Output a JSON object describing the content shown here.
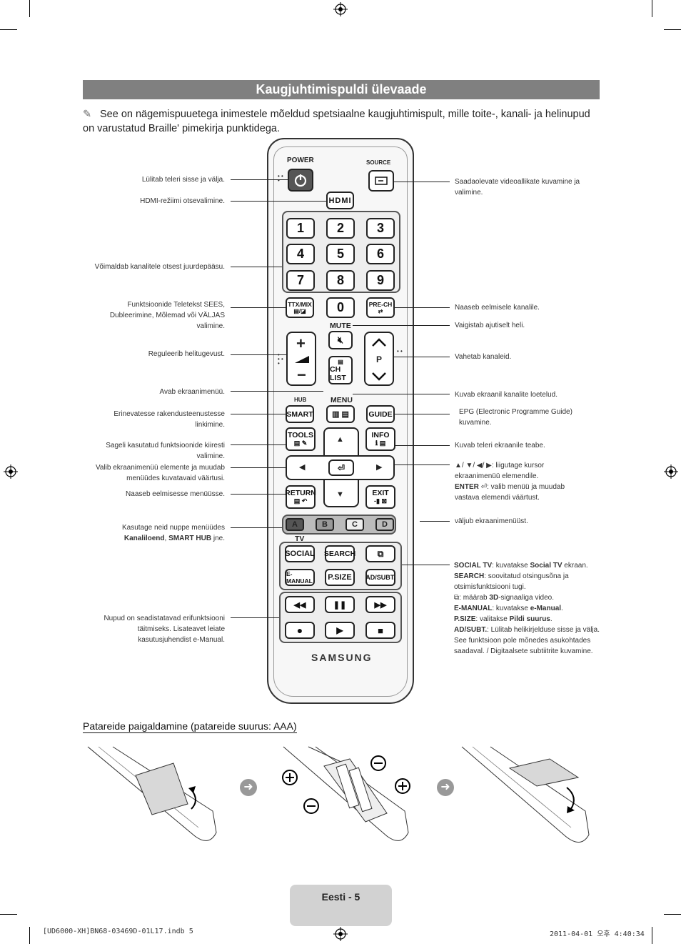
{
  "page": {
    "title": "Kaugjuhtimispuldi ülevaade",
    "note": "See on nägemispuuetega inimestele mõeldud spetsiaalne kaugjuhtimispult, mille toite-, kanali- ja helinupud on varustatud Braille' pimekirja punktidega.",
    "note_icon": "pencil-icon"
  },
  "remote": {
    "brand": "SAMSUNG",
    "power": "POWER",
    "source": "SOURCE",
    "hdmi": "HDMI",
    "numbers": [
      "1",
      "2",
      "3",
      "4",
      "5",
      "6",
      "7",
      "8",
      "9"
    ],
    "zero": "0",
    "ttx": "TTX/MIX",
    "prech": "PRE-CH",
    "mute": "MUTE",
    "p": "P",
    "chlist": "CH LIST",
    "hub": "HUB",
    "menu": "MENU",
    "smart": "SMART",
    "guide": "GUIDE",
    "tools": "TOOLS",
    "info": "INFO",
    "return": "RETURN",
    "exit": "EXIT",
    "colors": [
      "A",
      "B",
      "C",
      "D"
    ],
    "tv": "TV",
    "social": "SOCIAL",
    "search": "SEARCH",
    "emanual": "E-MANUAL",
    "psize": "P.SIZE",
    "adsubt": "AD/SUBT."
  },
  "left_labels": {
    "power": "Lülitab teleri sisse ja välja.",
    "hdmi": "HDMI-režiimi otsevalimine.",
    "channels": "Võimaldab kanalitele otsest juurdepääsu.",
    "teletext": "Funktsioonide Teletekst SEES, Dubleerimine, Mõlemad või VÄLJAS valimine.",
    "volume": "Reguleerib helitugevust.",
    "menu": "Avab ekraanimenüü.",
    "hub": "Erinevatesse rakendusteenustesse linkimine.",
    "tools": "Sageli kasutatud funktsioonide kiiresti valimine.",
    "navigate": "Valib ekraanimenüü elemente ja muudab menüüdes kuvatavaid väärtusi.",
    "return": "Naaseb eelmisesse menüüsse.",
    "colors_a": "Kasutage neid nuppe menüüdes",
    "colors_b1": "Kanaliloend",
    "colors_b2": ", ",
    "colors_b3": "SMART HUB",
    "colors_b4": " jne.",
    "media": "Nupud on seadistatavad erifunktsiooni täitmiseks. Lisateavet leiate kasutusjuhendist e-Manual."
  },
  "right_labels": {
    "source": "Saadaolevate videoallikate kuvamine ja valimine.",
    "prech": "Naaseb eelmisele kanalile.",
    "mute": "Vaigistab ajutiselt heli.",
    "channel": "Vahetab kanaleid.",
    "chlist": "Kuvab ekraanil kanalite loetelud.",
    "guide": "EPG (Electronic Programme Guide) kuvamine.",
    "info": "Kuvab teleri ekraanile teabe.",
    "arrows_1": "▲/ ▼/ ◀/ ▶: liigutage kursor",
    "arrows_2": "ekraanimenüü elemendile.",
    "arrows_3a": "ENTER",
    "arrows_3b": ": valib menüü ja muudab",
    "arrows_4": "vastava elemendi väärtust.",
    "exit": "väljub ekraanimenüüst.",
    "social_k": "SOCIAL TV",
    "social_v1": ": kuvatakse ",
    "social_v2": "Social TV",
    "social_v3": " ekraan.",
    "search_k": "SEARCH",
    "search_v": ": soovitatud otsingusõna ja otsimisfunktsiooni tugi.",
    "threed_a": ": määrab ",
    "threed_b": "3D",
    "threed_c": "-signaaliga video.",
    "emanual_k": "E-MANUAL",
    "emanual_v1": ": kuvatakse ",
    "emanual_v2": "e-Manual",
    "emanual_v3": ".",
    "psize_k": "P.SIZE",
    "psize_v1": ": valitakse ",
    "psize_v2": "Pildi suurus",
    "psize_v3": ".",
    "adsubt_k": "AD/SUBT.",
    "adsubt_v": ": Lülitab helikirjelduse sisse ja välja. See funktsioon pole mõnedes asukohtades saadaval. / Digitaalsete subtiitrite kuvamine."
  },
  "battery": {
    "heading": "Patareide paigaldamine (patareide suurus: AAA)"
  },
  "footer": {
    "page_label": "Eesti - 5",
    "file": "[UD6000-XH]BN68-03469D-01L17.indb   5",
    "date": "2011-04-01   오후 4:40:34"
  }
}
